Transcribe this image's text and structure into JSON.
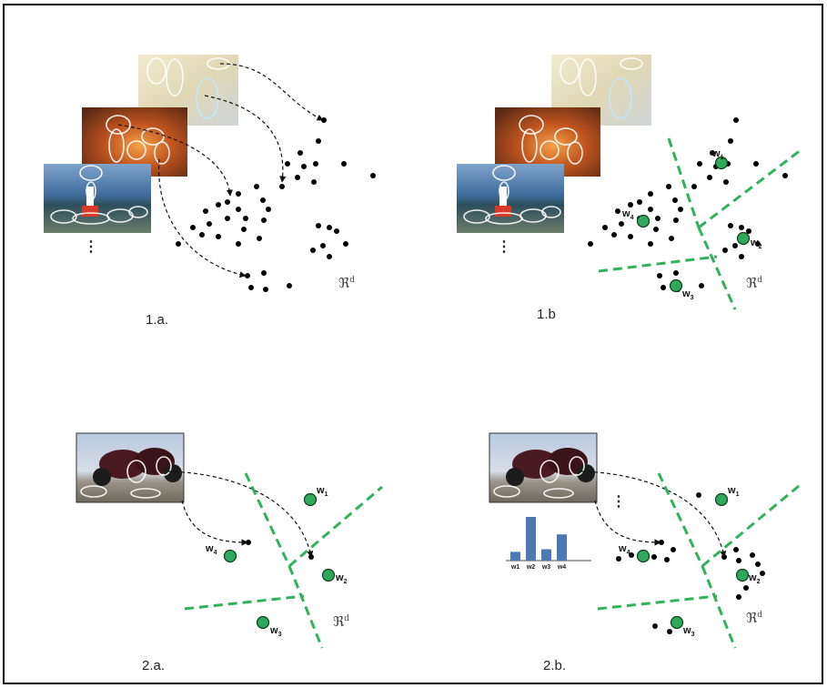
{
  "panels": [
    {
      "id": "1a",
      "label": "1.a.",
      "space_label": "ℜ",
      "space_sup": "d"
    },
    {
      "id": "1b",
      "label": "1.b",
      "space_label": "ℜ",
      "space_sup": "d"
    },
    {
      "id": "2a",
      "label": "2.a.",
      "space_label": "ℜ",
      "space_sup": "d"
    },
    {
      "id": "2b",
      "label": "2.b.",
      "space_label": "ℜ",
      "space_sup": "d"
    }
  ],
  "centroids": [
    {
      "name": "w",
      "sub": "1"
    },
    {
      "name": "w",
      "sub": "2"
    },
    {
      "name": "w",
      "sub": "3"
    },
    {
      "name": "w",
      "sub": "4"
    }
  ],
  "histogram": {
    "labels": [
      "w1",
      "w2",
      "w3",
      "w4"
    ],
    "values": [
      1,
      5,
      1.3,
      3
    ],
    "bar_color": "#4a7ab5"
  },
  "ellipsis": "⋮",
  "colors": {
    "centroid": "#2ea85a",
    "boundary": "#2fb25a",
    "dots": "#000000"
  }
}
